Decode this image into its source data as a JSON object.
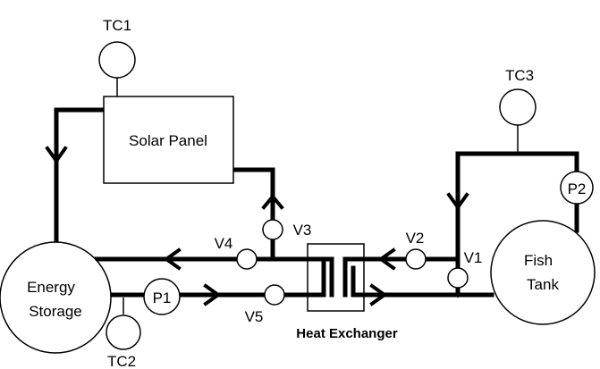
{
  "components": {
    "solar_panel": "Solar Panel",
    "energy_storage_line1": "Energy",
    "energy_storage_line2": "Storage",
    "fish_tank_line1": "Fish",
    "fish_tank_line2": "Tank",
    "heat_exchanger": "Heat Exchanger"
  },
  "sensors": {
    "tc1": "TC1",
    "tc2": "TC2",
    "tc3": "TC3"
  },
  "pumps": {
    "p1": "P1",
    "p2": "P2"
  },
  "valves": {
    "v1": "V1",
    "v2": "V2",
    "v3": "V3",
    "v4": "V4",
    "v5": "V5"
  }
}
